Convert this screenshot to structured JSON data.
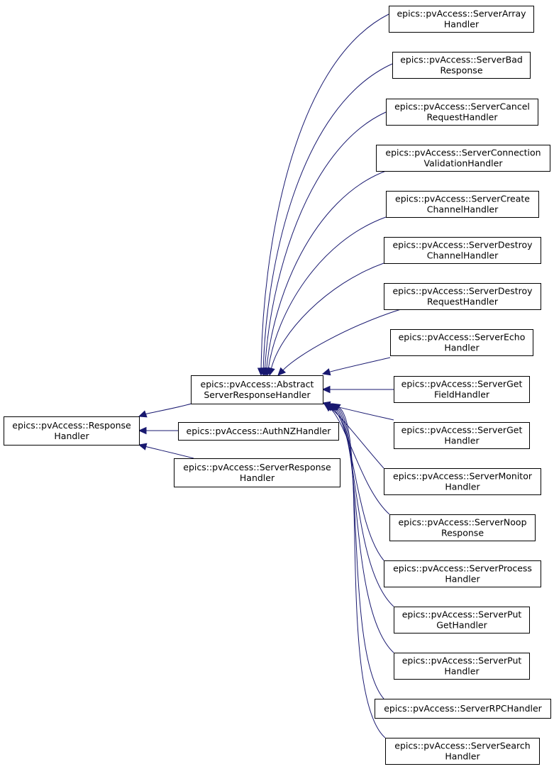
{
  "diagram": {
    "nodes": [
      {
        "id": "response_handler",
        "lines": [
          "epics::pvAccess::Response",
          "Handler"
        ]
      },
      {
        "id": "abstract_server_response_handler",
        "lines": [
          "epics::pvAccess::Abstract",
          "ServerResponseHandler"
        ]
      },
      {
        "id": "authnz_handler",
        "lines": [
          "epics::pvAccess::AuthNZHandler"
        ]
      },
      {
        "id": "server_response_handler",
        "lines": [
          "epics::pvAccess::ServerResponse",
          "Handler"
        ]
      },
      {
        "id": "server_array_handler",
        "lines": [
          "epics::pvAccess::ServerArray",
          "Handler"
        ]
      },
      {
        "id": "server_bad_response",
        "lines": [
          "epics::pvAccess::ServerBad",
          "Response"
        ]
      },
      {
        "id": "server_cancel_request_handler",
        "lines": [
          "epics::pvAccess::ServerCancel",
          "RequestHandler"
        ]
      },
      {
        "id": "server_connection_validation_handler",
        "lines": [
          "epics::pvAccess::ServerConnection",
          "ValidationHandler"
        ]
      },
      {
        "id": "server_create_channel_handler",
        "lines": [
          "epics::pvAccess::ServerCreate",
          "ChannelHandler"
        ]
      },
      {
        "id": "server_destroy_channel_handler",
        "lines": [
          "epics::pvAccess::ServerDestroy",
          "ChannelHandler"
        ]
      },
      {
        "id": "server_destroy_request_handler",
        "lines": [
          "epics::pvAccess::ServerDestroy",
          "RequestHandler"
        ]
      },
      {
        "id": "server_echo_handler",
        "lines": [
          "epics::pvAccess::ServerEcho",
          "Handler"
        ]
      },
      {
        "id": "server_get_field_handler",
        "lines": [
          "epics::pvAccess::ServerGet",
          "FieldHandler"
        ]
      },
      {
        "id": "server_get_handler",
        "lines": [
          "epics::pvAccess::ServerGet",
          "Handler"
        ]
      },
      {
        "id": "server_monitor_handler",
        "lines": [
          "epics::pvAccess::ServerMonitor",
          "Handler"
        ]
      },
      {
        "id": "server_noop_response",
        "lines": [
          "epics::pvAccess::ServerNoop",
          "Response"
        ]
      },
      {
        "id": "server_process_handler",
        "lines": [
          "epics::pvAccess::ServerProcess",
          "Handler"
        ]
      },
      {
        "id": "server_put_get_handler",
        "lines": [
          "epics::pvAccess::ServerPut",
          "GetHandler"
        ]
      },
      {
        "id": "server_put_handler",
        "lines": [
          "epics::pvAccess::ServerPut",
          "Handler"
        ]
      },
      {
        "id": "server_rpc_handler",
        "lines": [
          "epics::pvAccess::ServerRPCHandler"
        ]
      },
      {
        "id": "server_search_handler",
        "lines": [
          "epics::pvAccess::ServerSearch",
          "Handler"
        ]
      }
    ],
    "edges": [
      {
        "from": "abstract_server_response_handler",
        "to": "response_handler"
      },
      {
        "from": "authnz_handler",
        "to": "response_handler"
      },
      {
        "from": "server_response_handler",
        "to": "response_handler"
      },
      {
        "from": "server_array_handler",
        "to": "abstract_server_response_handler"
      },
      {
        "from": "server_bad_response",
        "to": "abstract_server_response_handler"
      },
      {
        "from": "server_cancel_request_handler",
        "to": "abstract_server_response_handler"
      },
      {
        "from": "server_connection_validation_handler",
        "to": "abstract_server_response_handler"
      },
      {
        "from": "server_create_channel_handler",
        "to": "abstract_server_response_handler"
      },
      {
        "from": "server_destroy_channel_handler",
        "to": "abstract_server_response_handler"
      },
      {
        "from": "server_destroy_request_handler",
        "to": "abstract_server_response_handler"
      },
      {
        "from": "server_echo_handler",
        "to": "abstract_server_response_handler"
      },
      {
        "from": "server_get_field_handler",
        "to": "abstract_server_response_handler"
      },
      {
        "from": "server_get_handler",
        "to": "abstract_server_response_handler"
      },
      {
        "from": "server_monitor_handler",
        "to": "abstract_server_response_handler"
      },
      {
        "from": "server_noop_response",
        "to": "abstract_server_response_handler"
      },
      {
        "from": "server_process_handler",
        "to": "abstract_server_response_handler"
      },
      {
        "from": "server_put_get_handler",
        "to": "abstract_server_response_handler"
      },
      {
        "from": "server_put_handler",
        "to": "abstract_server_response_handler"
      },
      {
        "from": "server_rpc_handler",
        "to": "abstract_server_response_handler"
      },
      {
        "from": "server_search_handler",
        "to": "abstract_server_response_handler"
      }
    ],
    "colors": {
      "edge": "#191970",
      "node_border": "#000000",
      "node_fill": "#ffffff",
      "text": "#000000"
    }
  }
}
